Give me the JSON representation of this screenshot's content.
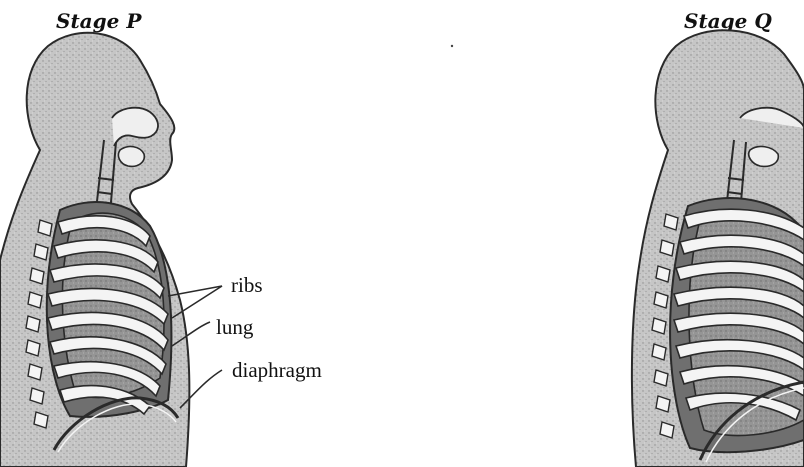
{
  "stages": [
    {
      "title": "Stage P",
      "diaphragm": "relaxed (dome-shaped)"
    },
    {
      "title": "Stage Q",
      "diaphragm": "contracted (flattened)"
    }
  ],
  "labels": {
    "ribs": "ribs",
    "lung": "lung",
    "diaphragm": "diaphragm"
  },
  "colors": {
    "body_fill": "#c9c9c9",
    "lung_fill": "#9a9a9a",
    "rib_fill": "#f4f4f4",
    "outline": "#2a2a2a"
  }
}
